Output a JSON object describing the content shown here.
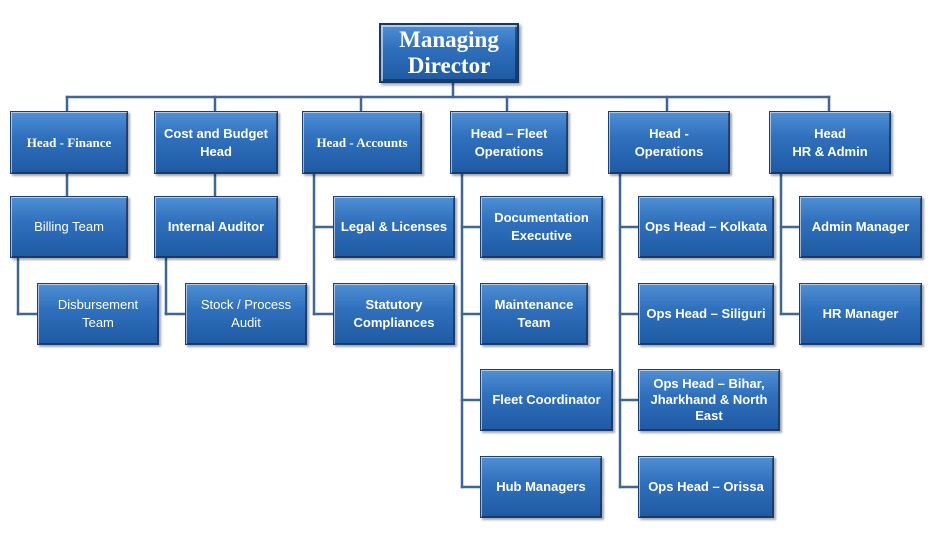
{
  "org_chart": {
    "top": "Managing\nDirector",
    "departments": {
      "finance": {
        "head": "Head - Finance",
        "billing": "Billing Team",
        "disbursement": "Disbursement\nTeam"
      },
      "cost_budget": {
        "head": "Cost  and Budget\nHead",
        "internal_auditor": "Internal Auditor",
        "stock_process_audit": "Stock / Process\nAudit"
      },
      "accounts": {
        "head": "Head - Accounts",
        "legal_licenses": "Legal & Licenses",
        "statutory_compliances": "Statutory\nCompliances"
      },
      "fleet": {
        "head": "Head – Fleet\nOperations",
        "documentation_executive": "Documentation\nExecutive",
        "maintenance_team": "Maintenance\nTeam",
        "fleet_coordinator": "Fleet Coordinator",
        "hub_managers": "Hub Managers"
      },
      "operations": {
        "head": "Head -\nOperations",
        "ops_kolkata": "Ops Head – Kolkata",
        "ops_siliguri": "Ops Head – Siliguri",
        "ops_bihar": "Ops Head – Bihar,\nJharkhand & North\nEast",
        "ops_orissa": "Ops Head – Orissa"
      },
      "hr_admin": {
        "head": "Head\nHR & Admin",
        "admin_manager": "Admin Manager",
        "hr_manager": "HR Manager"
      }
    }
  }
}
